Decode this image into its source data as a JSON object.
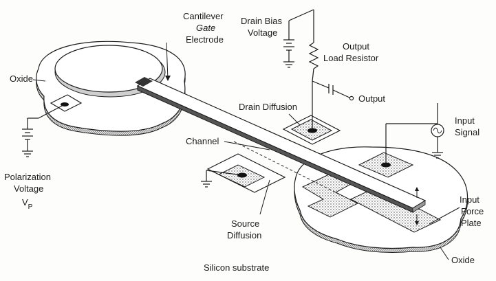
{
  "labels": {
    "oxide_left": "Oxide",
    "cantilever_line1": "Cantilever",
    "cantilever_line2": "Gate",
    "cantilever_line3": "Electrode",
    "drain_bias_line1": "Drain Bias",
    "drain_bias_line2": "Voltage",
    "output_load_line1": "Output",
    "output_load_line2": "Load Resistor",
    "output": "Output",
    "drain_diffusion": "Drain Diffusion",
    "input_signal_line1": "Input",
    "input_signal_line2": "Signal",
    "channel": "Channel",
    "polarization_line1": "Polarization",
    "polarization_line2": "Voltage",
    "polarization_symbol": "V",
    "polarization_subscript": "P",
    "input_force_line1": "Input",
    "input_force_line2": "Force",
    "input_force_line3": "Plate",
    "source_line1": "Source",
    "source_line2": "Diffusion",
    "oxide_right": "Oxide",
    "substrate": "Silicon substrate"
  }
}
